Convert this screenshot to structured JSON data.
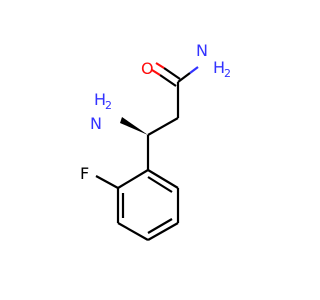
{
  "molecule": {
    "atoms": {
      "amide_oxygen": "O",
      "amide_nitrogen": "N",
      "amide_h2": "H",
      "amide_h2_subscript": "2",
      "amine_h2": "H",
      "amine_h2_subscript": "2",
      "amine_nitrogen": "N",
      "fluorine": "F"
    },
    "colors": {
      "bond": "#000000",
      "nitrogen": "#3333ff",
      "oxygen": "#ff0d0d",
      "fluorine": "#000000",
      "background": "#ffffff"
    }
  }
}
